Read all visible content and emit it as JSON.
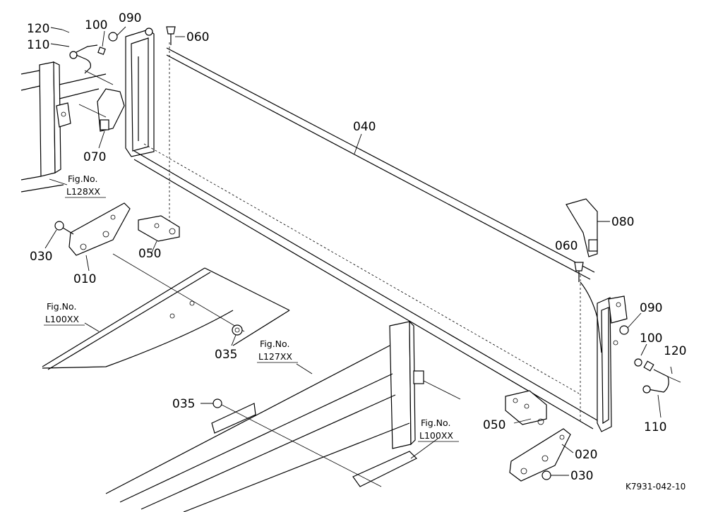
{
  "drawing_code": "K7931-042-10",
  "fig_prefix": "Fig.No.",
  "fig_refs": {
    "l128": "L128XX",
    "l100_left": "L100XX",
    "l127": "L127XX",
    "l100_bottom": "L100XX"
  },
  "parts": {
    "p120_left": "120",
    "p110_left": "110",
    "p100_left": "100",
    "p090_left": "090",
    "p060_top": "060",
    "p040": "040",
    "p070": "070",
    "p030_left": "030",
    "p010": "010",
    "p050_left": "050",
    "p035_mid": "035",
    "p035_low": "035",
    "p080": "080",
    "p060_right": "060",
    "p090_right": "090",
    "p100_right": "100",
    "p120_right": "120",
    "p110_right": "110",
    "p050_right": "050",
    "p020": "020",
    "p030_right": "030"
  }
}
